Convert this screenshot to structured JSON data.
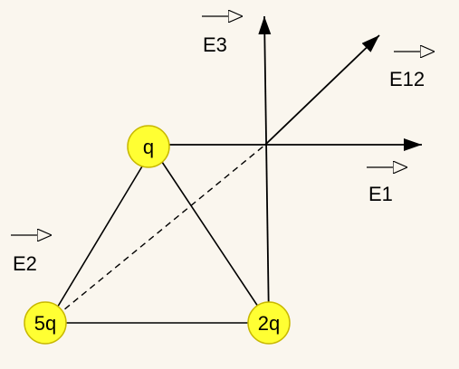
{
  "colors": {
    "background": "#faf6ee",
    "charge_fill": "#ffff33",
    "charge_stroke": "#c8b800",
    "line": "#000000"
  },
  "charges": {
    "top": {
      "label": "q"
    },
    "bottom_left": {
      "label": "5q"
    },
    "bottom_right": {
      "label": "2q"
    }
  },
  "field_labels": {
    "e1": "E1",
    "e2": "E2",
    "e3": "E3",
    "e12": "E12"
  },
  "vector_arrow_icon": "right-open-arrow-icon"
}
